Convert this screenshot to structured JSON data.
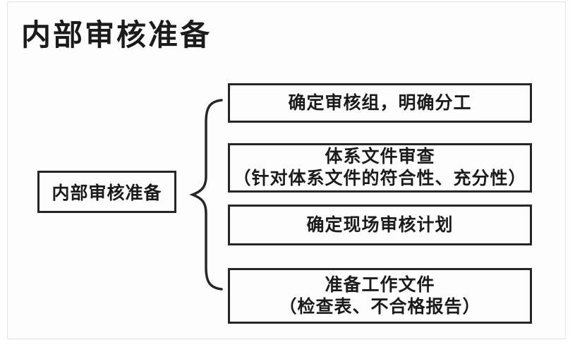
{
  "title": "内部审核准备",
  "diagram": {
    "root_label": "内部审核准备",
    "brace_icon": "left-curly-brace-icon",
    "items": [
      {
        "line1": "确定审核组，明确分工",
        "line2": ""
      },
      {
        "line1": "体系文件审查",
        "line2": "（针对体系文件的符合性、充分性）"
      },
      {
        "line1": "确定现场审核计划",
        "line2": ""
      },
      {
        "line1": "准备工作文件",
        "line2": "（检查表、不合格报告）"
      }
    ]
  },
  "colors": {
    "line": "#262626",
    "text": "#1b1b1b",
    "background": "#ffffff",
    "panel": "#fdfdfd",
    "frame_border": "#e4e4e4"
  }
}
